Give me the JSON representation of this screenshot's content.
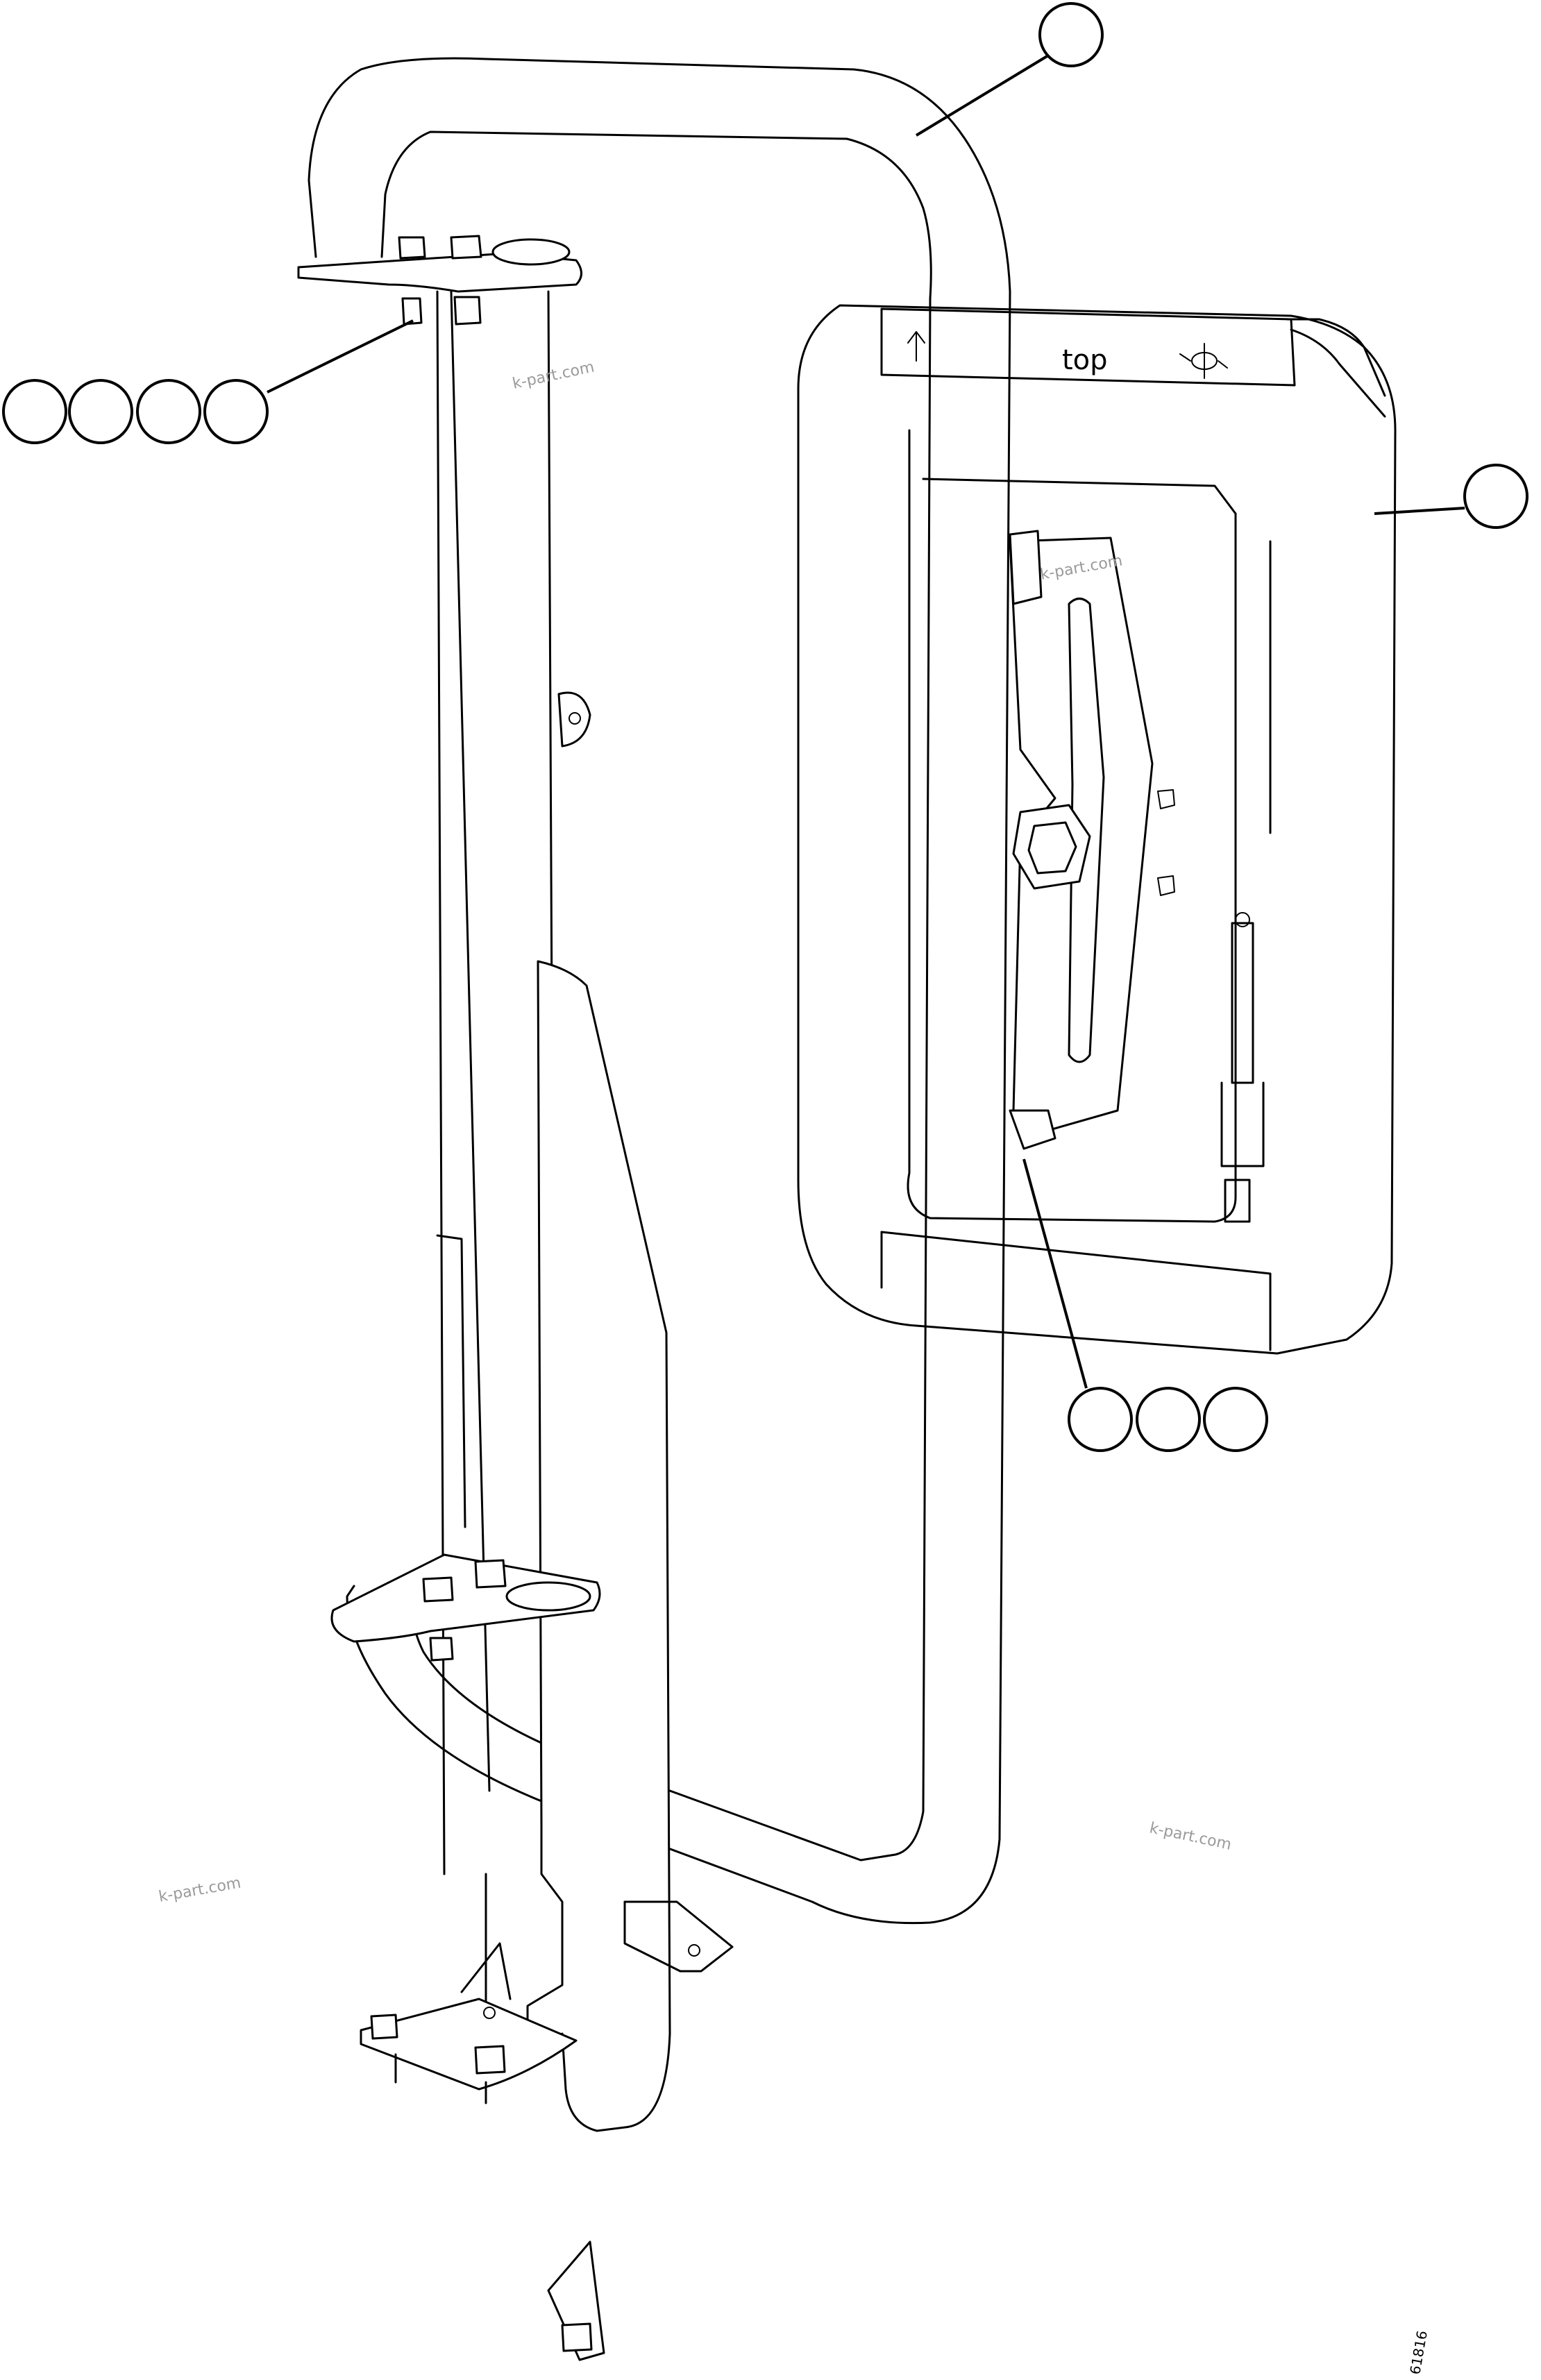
{
  "labels": {
    "mirror_text": "top",
    "figure_number": "61816"
  },
  "watermarks": [
    "k-part.com",
    "k-part.com",
    "k-part.com",
    "k-part.com"
  ],
  "callout_groups": [
    {
      "name": "mirror-arm-callout",
      "count": 1
    },
    {
      "name": "mirror-head-callout",
      "count": 1
    },
    {
      "name": "top-bracket-fastener-callouts",
      "count": 4
    },
    {
      "name": "mirror-bracket-fastener-callouts",
      "count": 3
    }
  ]
}
